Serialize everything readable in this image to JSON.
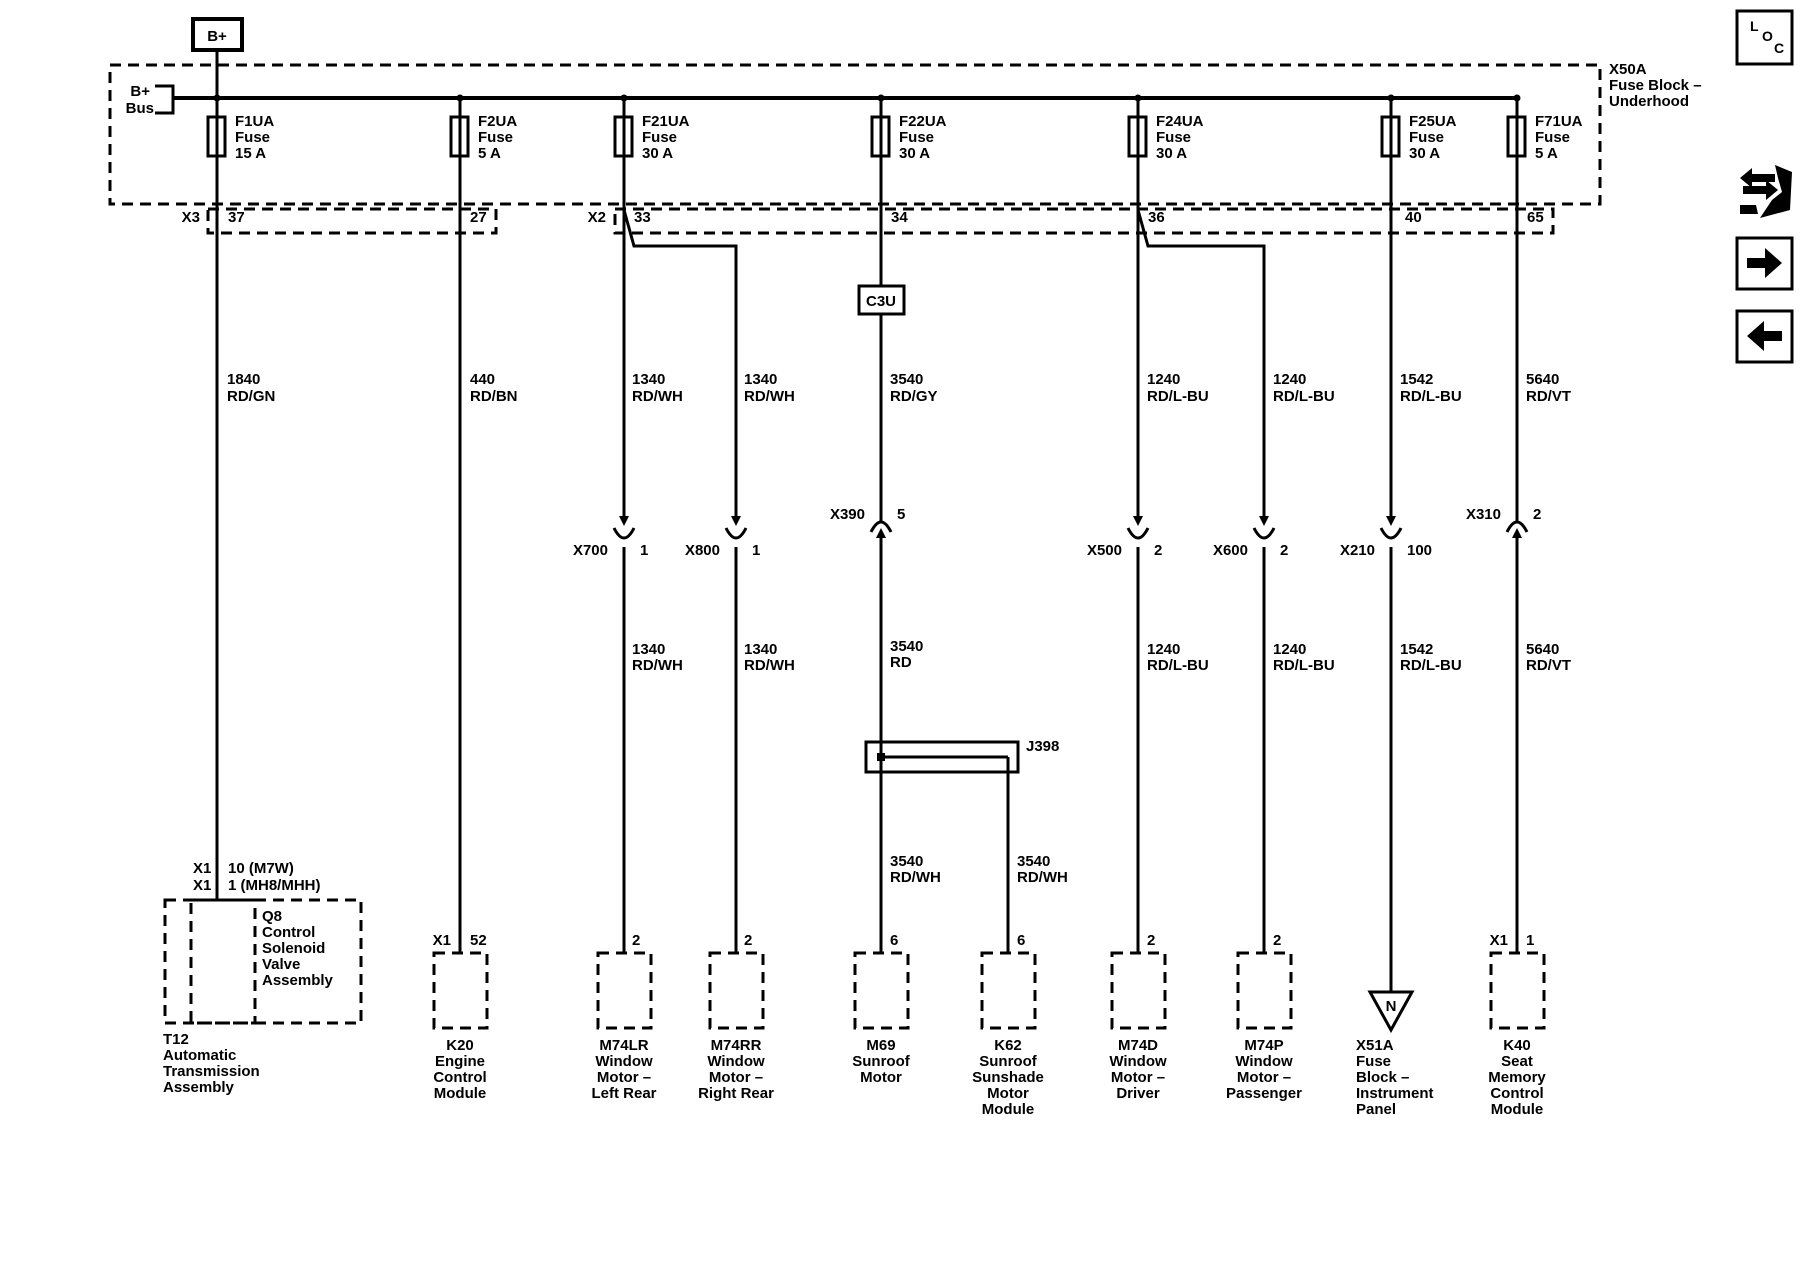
{
  "supply": {
    "label": "B+"
  },
  "bus": {
    "label_line1": "B+",
    "label_line2": "Bus"
  },
  "fuse_block": {
    "label_line1": "X50A",
    "label_line2": "Fuse Block –",
    "label_line3": "Underhood"
  },
  "connectors": {
    "x3": "X3",
    "x2": "X2",
    "c3u": "C3U"
  },
  "fuses": [
    {
      "id": "F1UA",
      "type": "Fuse",
      "rating": "15 A",
      "pin": "37"
    },
    {
      "id": "F2UA",
      "type": "Fuse",
      "rating": "5 A",
      "pin": "27"
    },
    {
      "id": "F21UA",
      "type": "Fuse",
      "rating": "30 A",
      "pin": "33"
    },
    {
      "id": "F22UA",
      "type": "Fuse",
      "rating": "30 A",
      "pin": "34"
    },
    {
      "id": "F24UA",
      "type": "Fuse",
      "rating": "30 A",
      "pin": "36"
    },
    {
      "id": "F25UA",
      "type": "Fuse",
      "rating": "30 A",
      "pin": "40"
    },
    {
      "id": "F71UA",
      "type": "Fuse",
      "rating": "5 A",
      "pin": "65"
    }
  ],
  "upper_wires": [
    {
      "circuit": "1840",
      "color": "RD/GN"
    },
    {
      "circuit": "440",
      "color": "RD/BN"
    },
    {
      "circuit": "1340",
      "color": "RD/WH"
    },
    {
      "circuit": "1340",
      "color": "RD/WH"
    },
    {
      "circuit": "3540",
      "color": "RD/GY"
    },
    {
      "circuit": "1240",
      "color": "RD/L-BU"
    },
    {
      "circuit": "1240",
      "color": "RD/L-BU"
    },
    {
      "circuit": "1542",
      "color": "RD/L-BU"
    },
    {
      "circuit": "5640",
      "color": "RD/VT"
    }
  ],
  "inline_connectors": [
    {
      "name": "X700",
      "pin": "1"
    },
    {
      "name": "X800",
      "pin": "1"
    },
    {
      "name": "X390",
      "pin": "5"
    },
    {
      "name": "X500",
      "pin": "2"
    },
    {
      "name": "X600",
      "pin": "2"
    },
    {
      "name": "X210",
      "pin": "100"
    },
    {
      "name": "X310",
      "pin": "2"
    }
  ],
  "lower_wires": [
    {
      "circuit": "1340",
      "color": "RD/WH"
    },
    {
      "circuit": "1340",
      "color": "RD/WH"
    },
    {
      "circuit": "3540",
      "color": "RD"
    },
    {
      "circuit": "1240",
      "color": "RD/L-BU"
    },
    {
      "circuit": "1240",
      "color": "RD/L-BU"
    },
    {
      "circuit": "1542",
      "color": "RD/L-BU"
    },
    {
      "circuit": "5640",
      "color": "RD/VT"
    }
  ],
  "splice": {
    "label": "J398"
  },
  "splice_wires": [
    {
      "circuit": "3540",
      "color": "RD/WH"
    },
    {
      "circuit": "3540",
      "color": "RD/WH"
    }
  ],
  "components": {
    "t12": {
      "conn1": "X1",
      "pin1": "10 (M7W)",
      "conn2": "X1",
      "pin2": "1 (MH8/MHH)",
      "inner_lines": [
        "Q8",
        "Control",
        "Solenoid",
        "Valve",
        "Assembly"
      ],
      "lines": [
        "T12",
        "Automatic",
        "Transmission",
        "Assembly"
      ]
    },
    "k20": {
      "conn": "X1",
      "pin": "52",
      "lines": [
        "K20",
        "Engine",
        "Control",
        "Module"
      ]
    },
    "m74lr": {
      "pin": "2",
      "lines": [
        "M74LR",
        "Window",
        "Motor –",
        "Left Rear"
      ]
    },
    "m74rr": {
      "pin": "2",
      "lines": [
        "M74RR",
        "Window",
        "Motor –",
        "Right Rear"
      ]
    },
    "m69": {
      "pin": "6",
      "lines": [
        "M69",
        "Sunroof",
        "Motor"
      ]
    },
    "k62": {
      "pin": "6",
      "lines": [
        "K62",
        "Sunroof",
        "Sunshade",
        "Motor",
        "Module"
      ]
    },
    "m74d": {
      "pin": "2",
      "lines": [
        "M74D",
        "Window",
        "Motor –",
        "Driver"
      ]
    },
    "m74p": {
      "pin": "2",
      "lines": [
        "M74P",
        "Window",
        "Motor –",
        "Passenger"
      ]
    },
    "x51a": {
      "symbol": "N",
      "lines": [
        "X51A",
        "Fuse",
        "Block –",
        "Instrument",
        "Panel"
      ]
    },
    "k40": {
      "conn": "X1",
      "pin": "1",
      "lines": [
        "K40",
        "Seat",
        "Memory",
        "Control",
        "Module"
      ]
    }
  },
  "nav": {
    "loc_l": "L",
    "loc_o": "O",
    "loc_c": "C"
  }
}
